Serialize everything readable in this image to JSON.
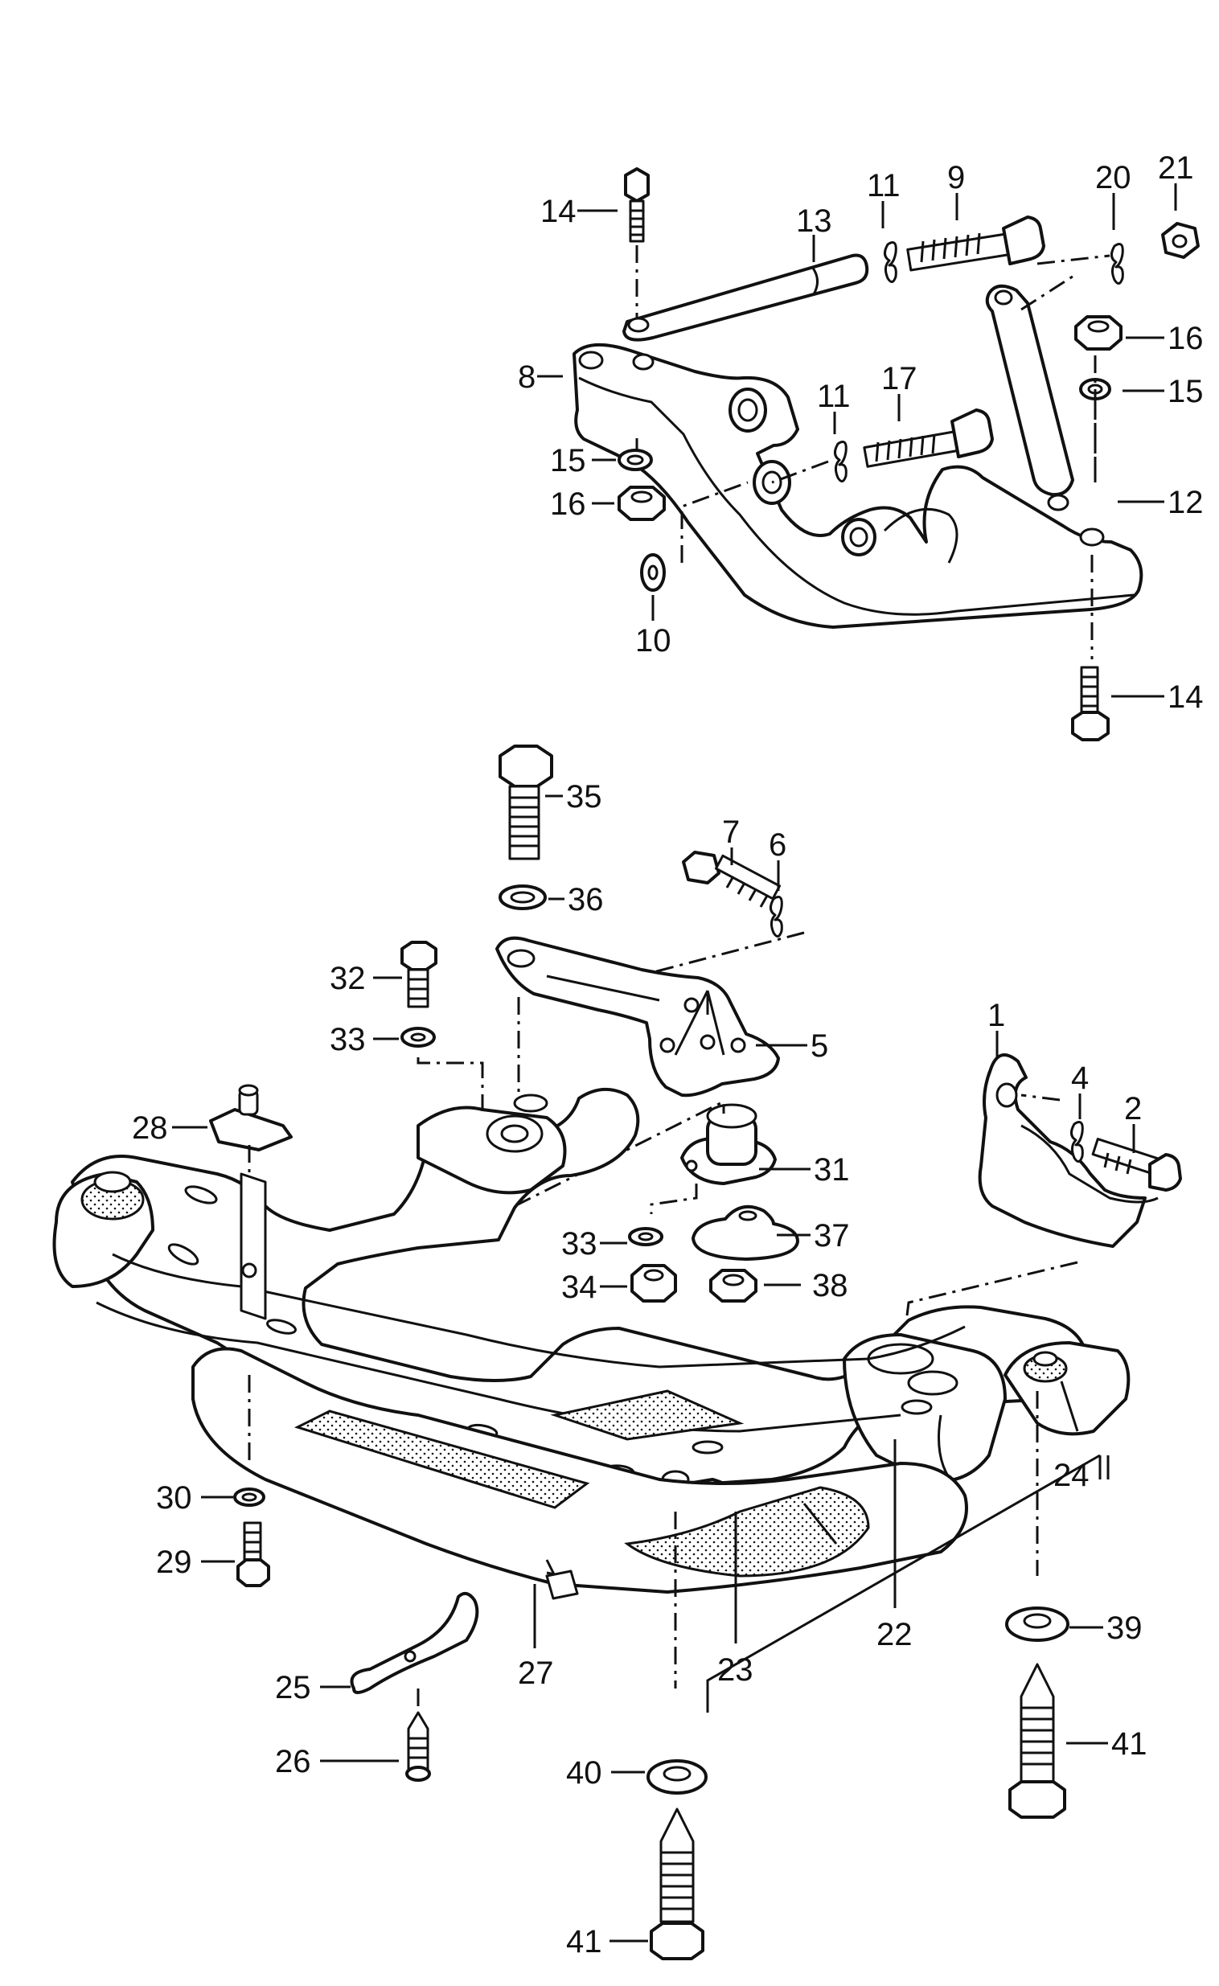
{
  "diagram": {
    "labels": [
      {
        "id": "lbl-14a",
        "text": "14"
      },
      {
        "id": "lbl-13",
        "text": "13"
      },
      {
        "id": "lbl-11a",
        "text": "11"
      },
      {
        "id": "lbl-9",
        "text": "9"
      },
      {
        "id": "lbl-20",
        "text": "20"
      },
      {
        "id": "lbl-21",
        "text": "21"
      },
      {
        "id": "lbl-8",
        "text": "8"
      },
      {
        "id": "lbl-16a",
        "text": "16"
      },
      {
        "id": "lbl-15a",
        "text": "15"
      },
      {
        "id": "lbl-11b",
        "text": "11"
      },
      {
        "id": "lbl-17",
        "text": "17"
      },
      {
        "id": "lbl-15b",
        "text": "15"
      },
      {
        "id": "lbl-16b",
        "text": "16"
      },
      {
        "id": "lbl-12",
        "text": "12"
      },
      {
        "id": "lbl-10",
        "text": "10"
      },
      {
        "id": "lbl-14b",
        "text": "14"
      },
      {
        "id": "lbl-35",
        "text": "35"
      },
      {
        "id": "lbl-7",
        "text": "7"
      },
      {
        "id": "lbl-6",
        "text": "6"
      },
      {
        "id": "lbl-36",
        "text": "36"
      },
      {
        "id": "lbl-32",
        "text": "32"
      },
      {
        "id": "lbl-33a",
        "text": "33"
      },
      {
        "id": "lbl-5",
        "text": "5"
      },
      {
        "id": "lbl-1",
        "text": "1"
      },
      {
        "id": "lbl-4",
        "text": "4"
      },
      {
        "id": "lbl-2",
        "text": "2"
      },
      {
        "id": "lbl-28",
        "text": "28"
      },
      {
        "id": "lbl-31",
        "text": "31"
      },
      {
        "id": "lbl-33b",
        "text": "33"
      },
      {
        "id": "lbl-37",
        "text": "37"
      },
      {
        "id": "lbl-34",
        "text": "34"
      },
      {
        "id": "lbl-38",
        "text": "38"
      },
      {
        "id": "lbl-24",
        "text": "24"
      },
      {
        "id": "lbl-30",
        "text": "30"
      },
      {
        "id": "lbl-29",
        "text": "29"
      },
      {
        "id": "lbl-22",
        "text": "22"
      },
      {
        "id": "lbl-39",
        "text": "39"
      },
      {
        "id": "lbl-27",
        "text": "27"
      },
      {
        "id": "lbl-23",
        "text": "23"
      },
      {
        "id": "lbl-25",
        "text": "25"
      },
      {
        "id": "lbl-26",
        "text": "26"
      },
      {
        "id": "lbl-41a",
        "text": "41"
      },
      {
        "id": "lbl-40",
        "text": "40"
      },
      {
        "id": "lbl-41b",
        "text": "41"
      }
    ]
  }
}
